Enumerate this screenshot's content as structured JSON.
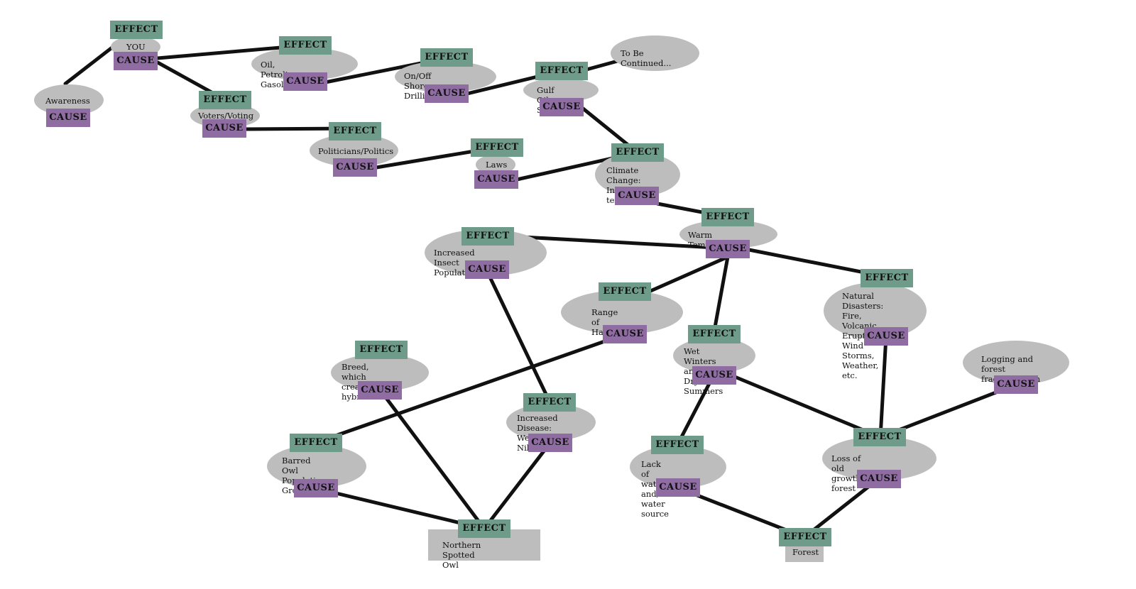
{
  "colors": {
    "effect_box": "#6f9c8a",
    "cause_box": "#8f6da3",
    "node_fill": "#bdbdbd",
    "connector": "#111111"
  },
  "tags": {
    "effect": "EFFECT",
    "cause": "CAUSE"
  },
  "nodes": {
    "you": "YOU",
    "awareness": "Awareness",
    "oil": "Oil, Petrolium, Gasoline",
    "drilling": "On/Off Shore Drilling",
    "gulf_spill": "Gulf Oil Spill",
    "continued": "To Be Continued...",
    "voters": "Voters/Voting",
    "politicians": "Politicians/Politics",
    "laws": "Laws",
    "climate": "Climate Change:\nIncreased temps",
    "warm": "Warm Temperatures",
    "insects": "Increased Insect Population",
    "habitat": "Range of Habitat",
    "disasters": "Natural Disasters:\nFire, Volcanic Eruptions,\nWind Storms, Weather,\netc.",
    "wet_winters": "Wet Winters and\nDry Summers",
    "logging": "Logging and forest\nfragmentation",
    "breed": "Breed, which creates\nhybrid",
    "disease": "Increased Disease:\nWest Nile, etc.",
    "barred_owl": "Barred Owl\nPopulation Growth",
    "lack_water": "Lack of water and/or\nwater source",
    "old_growth": "Loss of old growth forest",
    "spotted_owl": "Northern Spotted Owl",
    "forest": "Forest"
  }
}
